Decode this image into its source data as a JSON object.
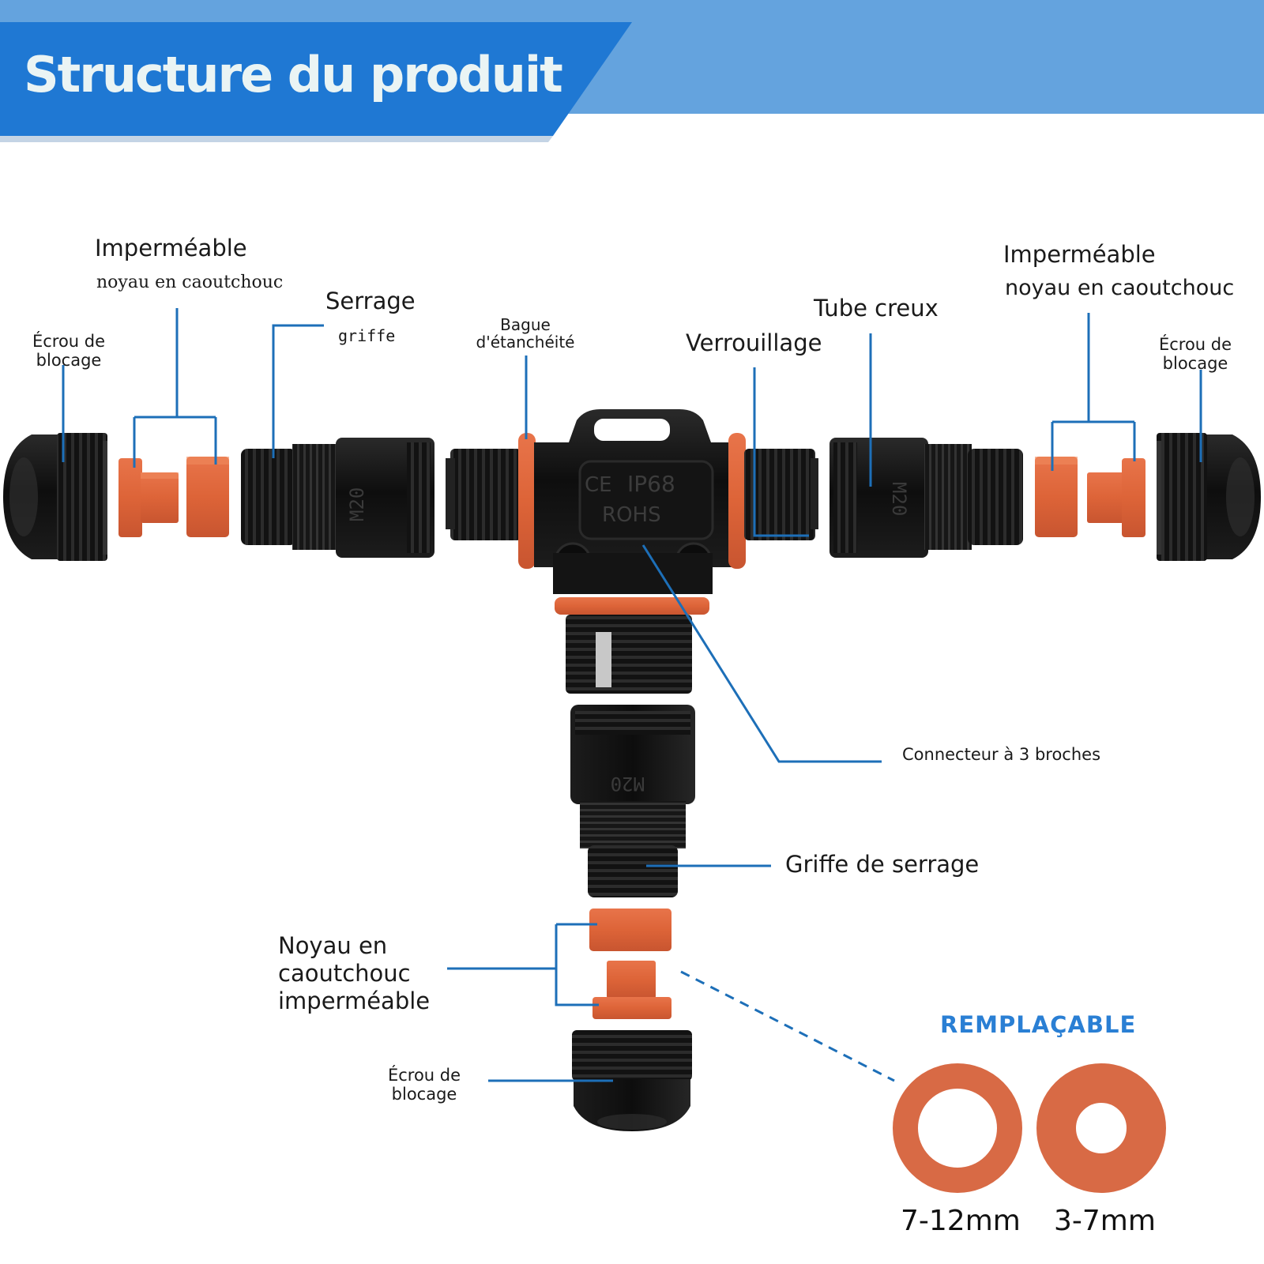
{
  "header": {
    "title": "Structure du produit",
    "bar_color": "#64a3de",
    "tab_color": "#1f78d3",
    "title_color": "#eaf4f4"
  },
  "colors": {
    "leader_line": "#1d6fb8",
    "rubber": "#e1683f",
    "plastic": "#151515",
    "accent": "#2a7fd4"
  },
  "labels": {
    "left_waterproof_line1": "Imperméable",
    "left_waterproof_line2": "noyau en caoutchouc",
    "left_nut_line1": "Écrou de",
    "left_nut_line2": "blocage",
    "clamp_line1": "Serrage",
    "clamp_line2": "griffe",
    "seal_ring_line1": "Bague",
    "seal_ring_line2": "d'étanchéité",
    "lock": "Verrouillage",
    "hollow_tube": "Tube creux",
    "right_waterproof_line1": "Imperméable",
    "right_waterproof_line2": "noyau en caoutchouc",
    "right_nut_line1": "Écrou de",
    "right_nut_line2": "blocage",
    "connector": "Connecteur à 3 broches",
    "clamp_claw": "Griffe de serrage",
    "bottom_core_line1": "Noyau en",
    "bottom_core_line2": "caoutchouc",
    "bottom_core_line3": "imperméable",
    "bottom_nut_line1": "Écrou de",
    "bottom_nut_line2": "blocage"
  },
  "markings": {
    "body_ce": "CE",
    "body_ip": "IP68",
    "body_rohs": "ROHS",
    "thread_size": "M20"
  },
  "replaceable": {
    "heading": "REMPLAÇABLE",
    "size_large": "7-12mm",
    "size_small": "3-7mm"
  }
}
